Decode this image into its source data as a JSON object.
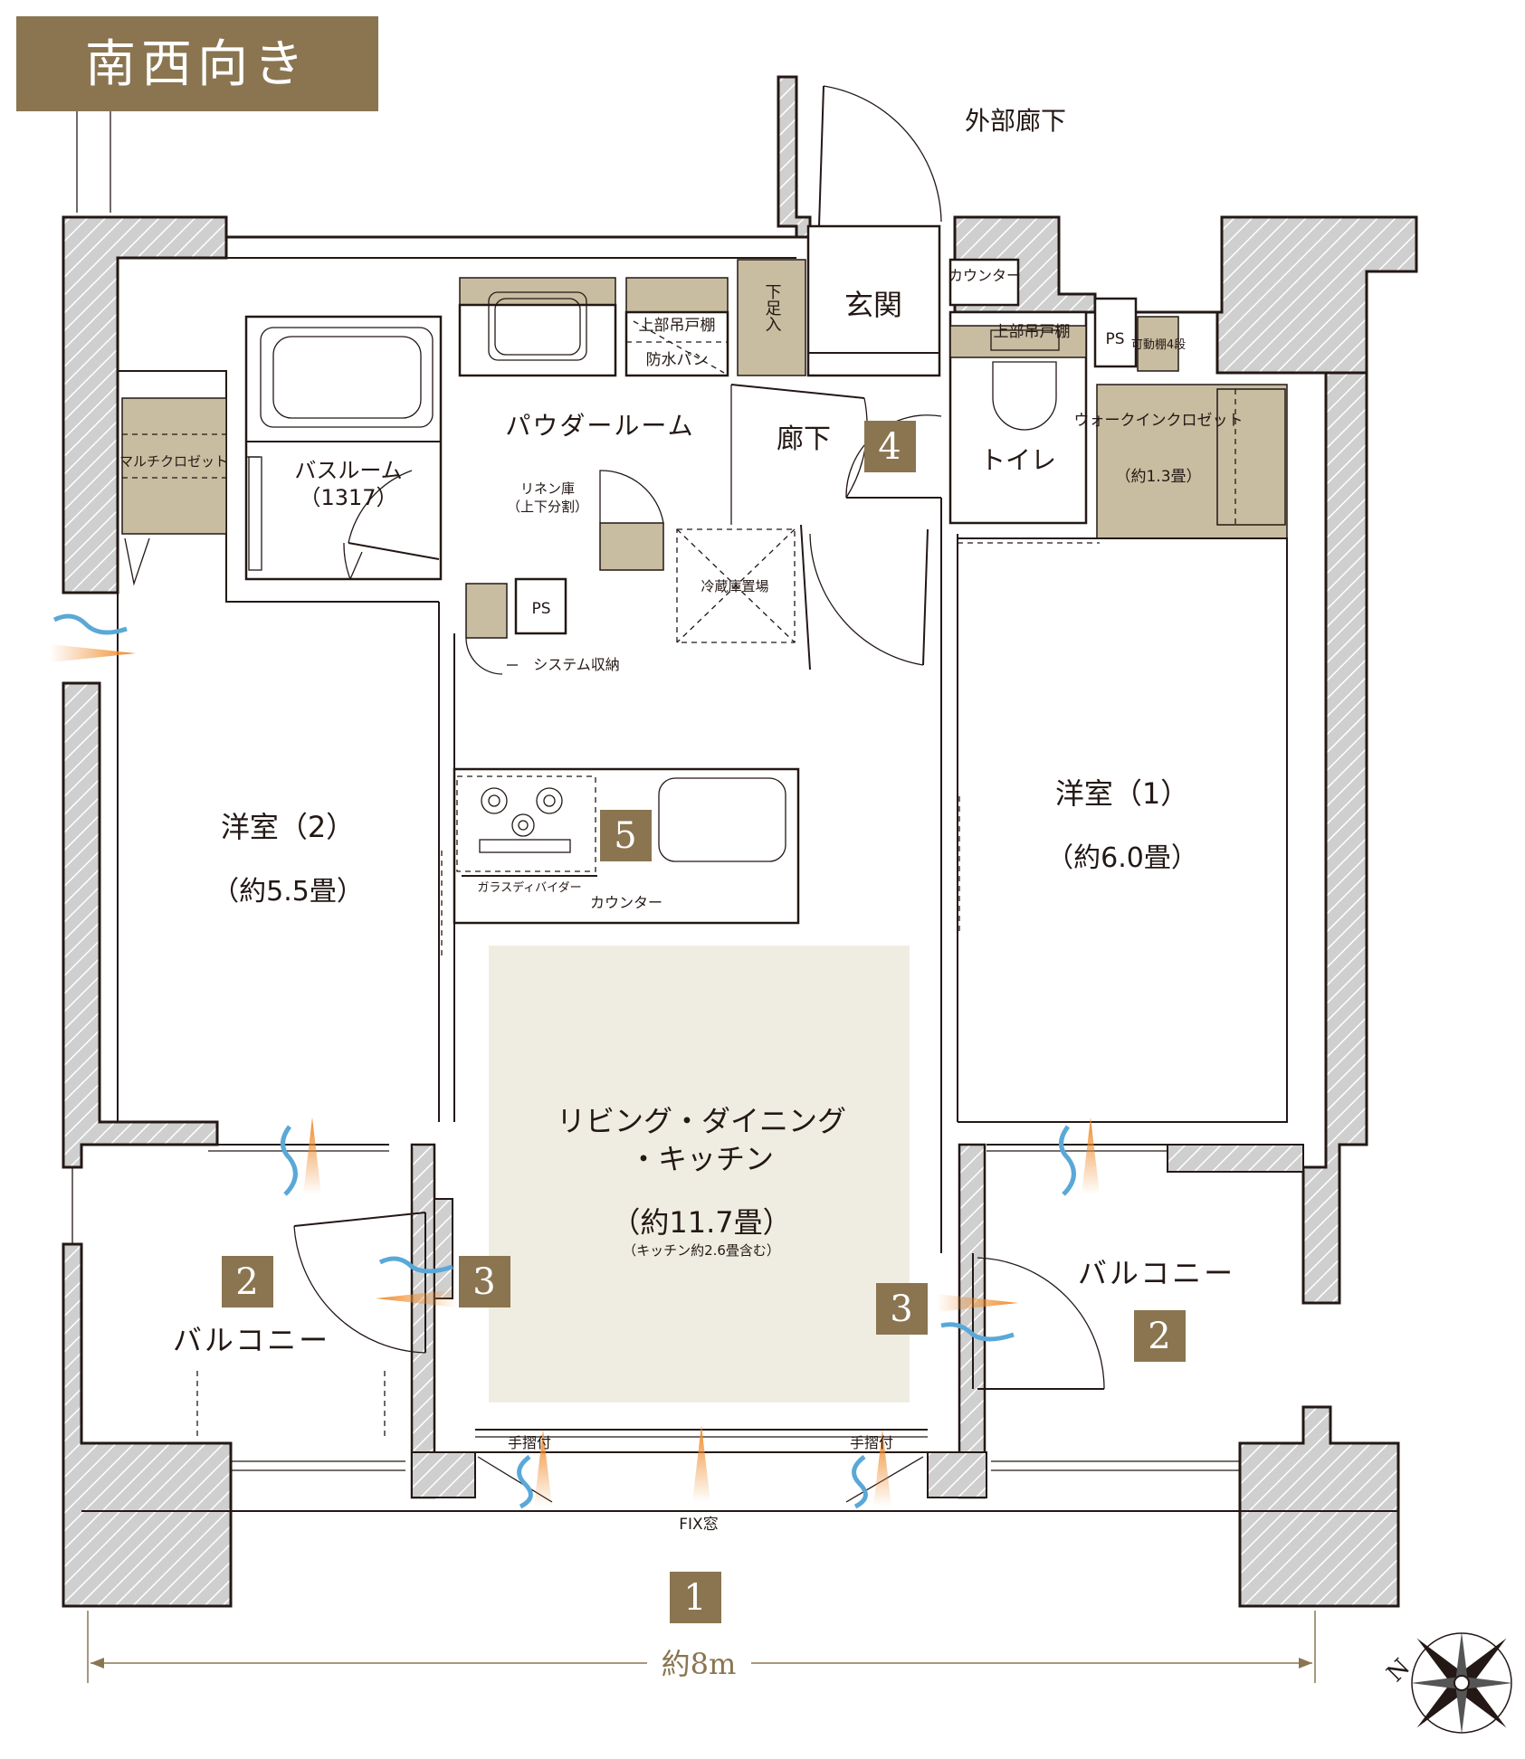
{
  "orientation": {
    "label": "南西向き"
  },
  "header": {
    "corridor": "外部廊下"
  },
  "rooms": {
    "entrance": "玄関",
    "shoe_storage": "下足入",
    "counter_entrance": "カウンター",
    "upper_shelf_1": "上部吊戸棚",
    "upper_shelf_2": "上部吊戸棚",
    "waterproof_pan": "防水パン",
    "powder_room": "パウダールーム",
    "bathroom": "バスルーム",
    "bathroom_size": "（1317）",
    "hallway": "廊下",
    "toilet": "トイレ",
    "ps_1": "PS",
    "ps_2": "PS",
    "movable_shelf": "可動棚4段",
    "walk_in_closet": "ウォークインクロゼット",
    "walk_in_closet_size": "（約1.3畳）",
    "multi_closet": "マルチクロゼット",
    "linen_storage": "リネン庫",
    "linen_note": "（上下分割）",
    "fridge": "冷蔵庫置場",
    "system_storage": "システム収納",
    "glass_divider": "ガラスディバイダー",
    "kitchen_counter": "カウンター",
    "western_room_2": "洋室（2）",
    "western_room_2_size": "（約5.5畳）",
    "western_room_1": "洋室（1）",
    "western_room_1_size": "（約6.0畳）",
    "ldk_line1": "リビング・ダイニング",
    "ldk_line2": "・キッチン",
    "ldk_size": "（約11.7畳）",
    "ldk_note": "（キッチン約2.6畳含む）",
    "balcony_left": "バルコニー",
    "balcony_right": "バルコニー",
    "handrail_left": "手摺付",
    "handrail_right": "手摺付",
    "fix_window": "FIX窓"
  },
  "badges": {
    "b1": "1",
    "b2a": "2",
    "b2b": "2",
    "b3a": "3",
    "b3b": "3",
    "b4": "4",
    "b5": "5"
  },
  "dimension": {
    "width": "約8m"
  },
  "colors": {
    "badge": "#8a7550",
    "ldk_fill": "#efede1",
    "storage": "#c8bda0",
    "wall": "#c9c9c9",
    "air_blue": "#5aa8d8",
    "air_orange": "#ef8a2a"
  }
}
